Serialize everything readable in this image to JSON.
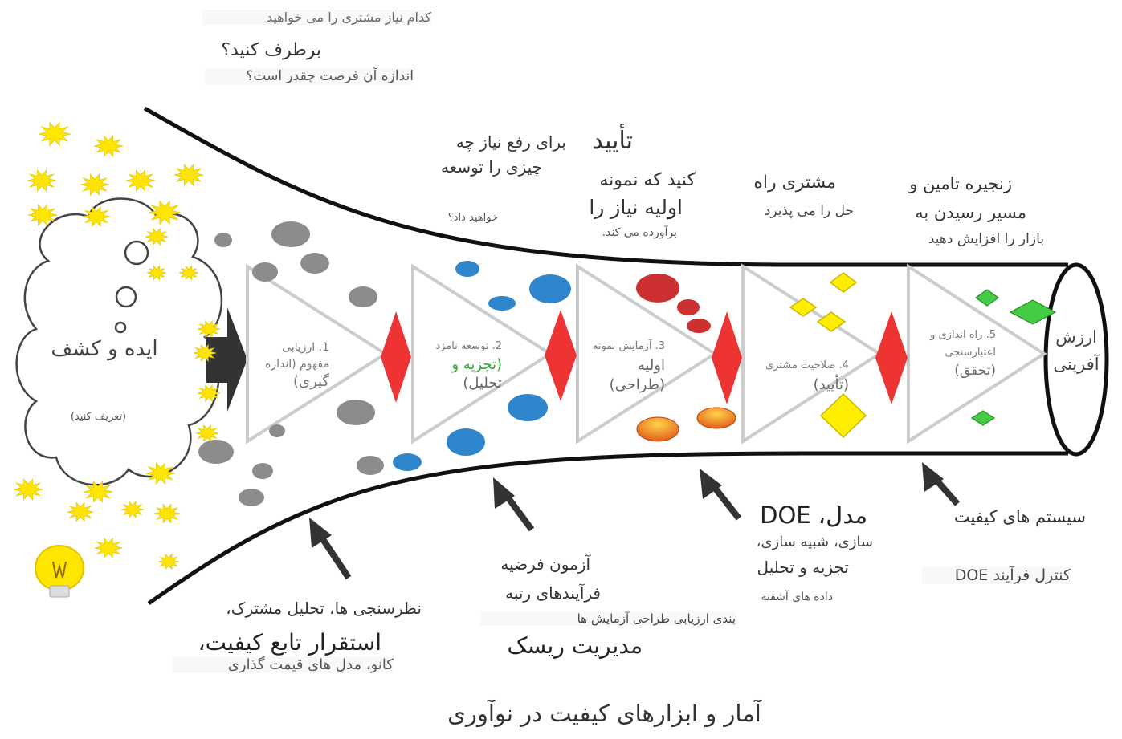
{
  "idea": {
    "title": "ایده و کشف",
    "subtitle": "(تعریف کنید)"
  },
  "stages": [
    {
      "line1": "1. ارزیابی",
      "line2": "مفهوم (اندازه",
      "line3": "گیری)"
    },
    {
      "line1": "2. توسعه نامزد",
      "line2": "(تجزیه و",
      "line3": "تحلیل)"
    },
    {
      "line1": "3. آزمایش نمونه",
      "line2": "اولیه",
      "line3": "(طراحی)"
    },
    {
      "line1": "4. صلاحیت مشتری",
      "line2": "(تأیید)"
    },
    {
      "line1": "5. راه اندازی و",
      "line2": "اعتبارسنجی",
      "line3": "(تحقق)"
    }
  ],
  "value": {
    "line1": "ارزش",
    "line2": "آفرینی"
  },
  "top_notes": {
    "need_q1": "کدام نیاز مشتری را می خواهید",
    "need_q2": "برطرف کنید؟",
    "need_q3": "اندازه آن فرصت چقدر است؟",
    "develop1": "برای رفع نیاز چه",
    "develop2": "چیزی را توسعه",
    "develop3": "خواهید داد؟",
    "confirm_title": "تأیید",
    "confirm1": "کنید که نمونه",
    "confirm2": "اولیه نیاز را",
    "confirm3": "برآورده می کند.",
    "customer1": "مشتری راه",
    "customer2": "حل را می پذیرد",
    "supply1": "زنجیره تامین و",
    "supply2": "مسیر رسیدن به",
    "supply3": "بازار را افزایش دهید"
  },
  "bottom_notes": {
    "survey1": "نظرسنجی ها، تحلیل مشترک،",
    "survey2": "استقرار تابع کیفیت،",
    "survey3": "کانو، مدل های قیمت گذاری",
    "hyp1": "آزمون فرضیه",
    "hyp2": "فرآیندهای رتبه",
    "hyp3": "بندی ارزیابی طراحی آزمایش ها",
    "hyp4": "مدیریت ریسک",
    "doe1": "مدل، DOE",
    "doe2": "سازی، شبیه سازی،",
    "doe3": "تجزیه و تحلیل",
    "doe4": "داده های آشفته",
    "qs1": "سیستم های کیفیت",
    "qs2": "کنترل فرآیند DOE"
  },
  "caption": "آمار و ابزارهای کیفیت در نوآوری",
  "colors": {
    "gray_dot": "#8c8c8c",
    "blue_dot": "#2f86cc",
    "red_dot": "#cc3030",
    "orange_dot": "#f0a020",
    "yellow": "#ffee00",
    "green": "#44cc44",
    "gate_red": "#ee3333",
    "arrow_dark": "#333333",
    "star_yellow": "#ffe600"
  }
}
